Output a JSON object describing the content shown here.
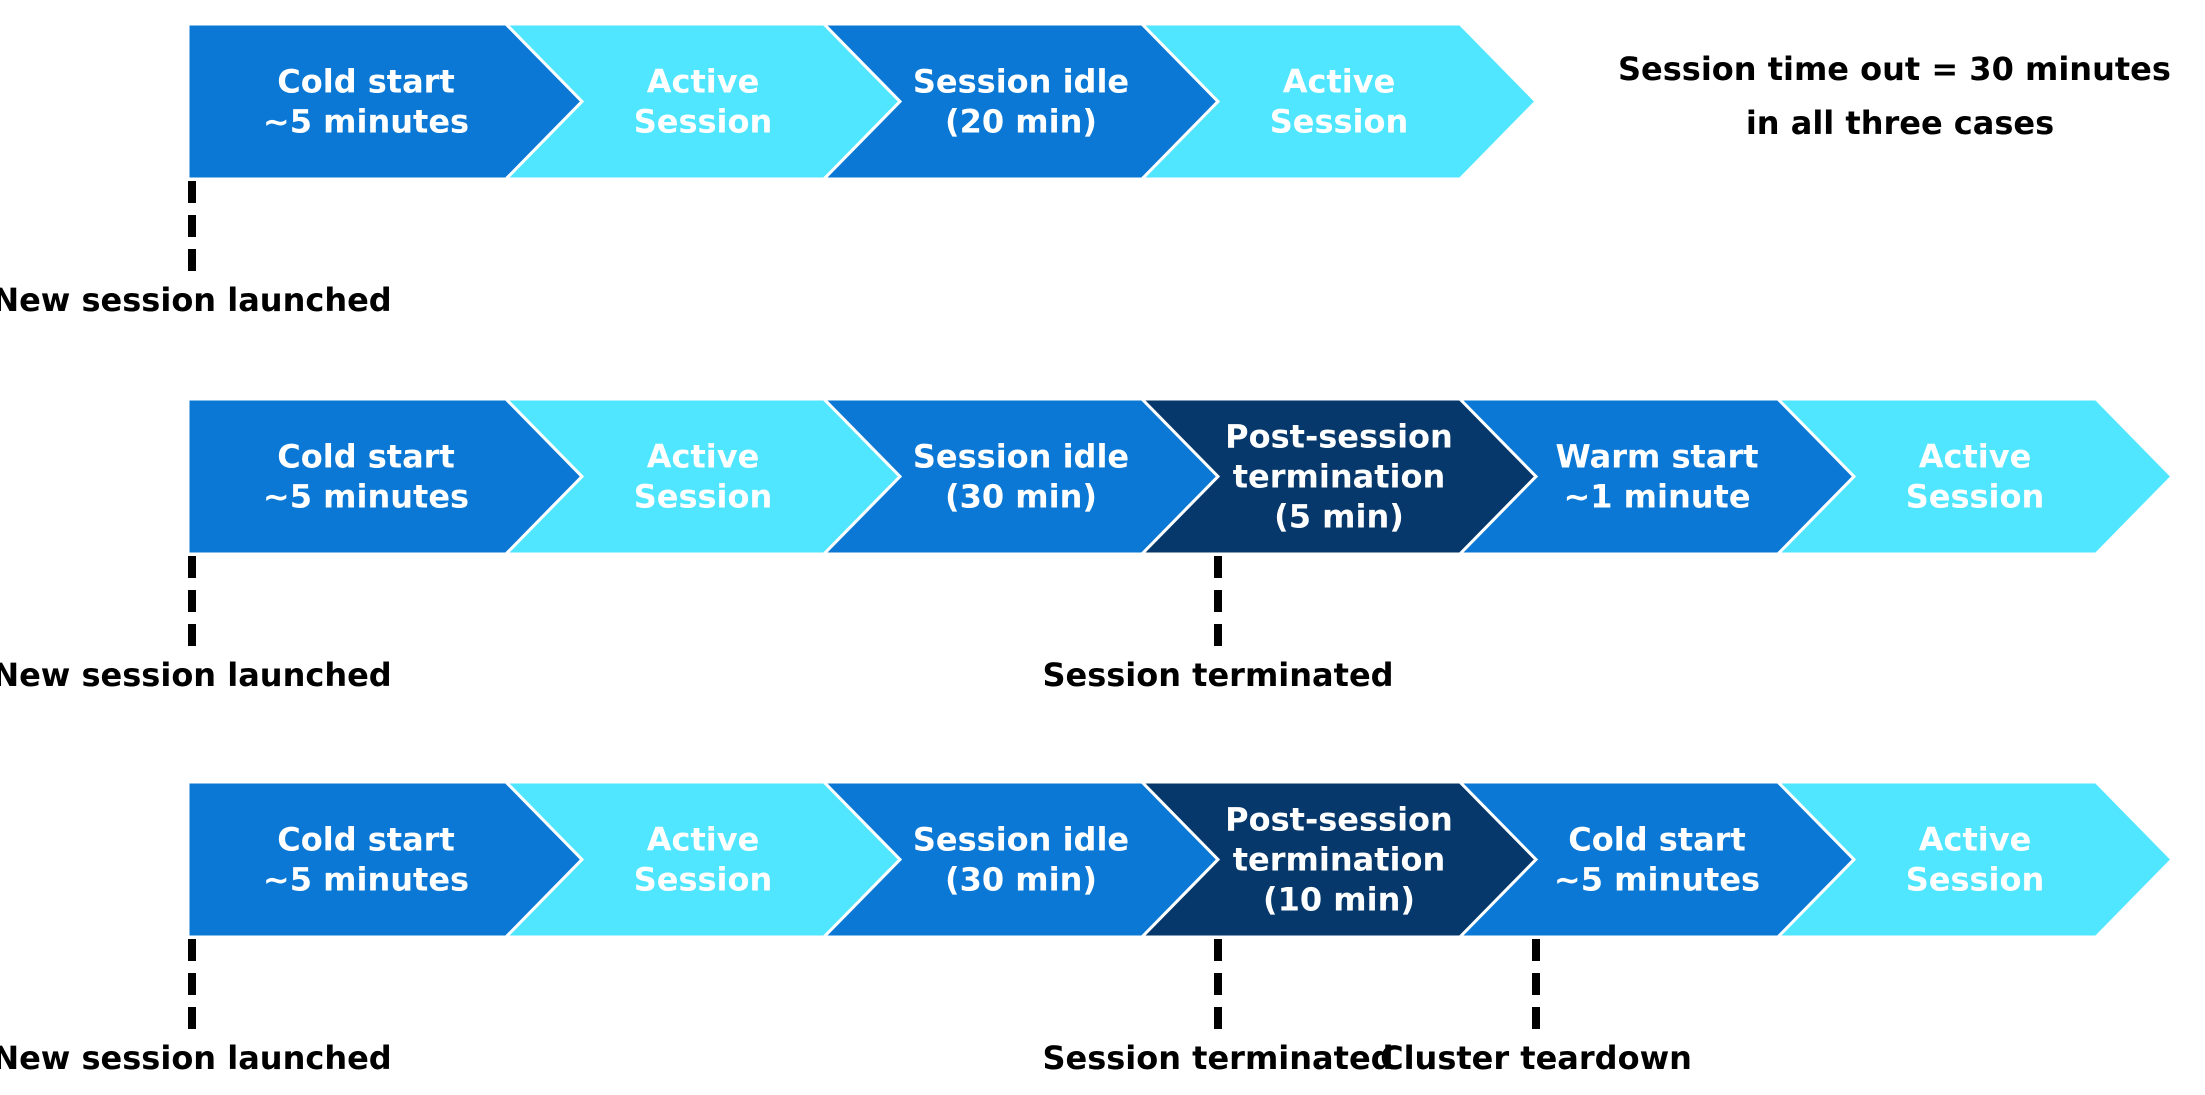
{
  "colors": {
    "mid": "#0A78D4",
    "light": "#50E6FF",
    "dark": "#06386B",
    "text_on_shape": "#FFFFFF",
    "marker": "#000000"
  },
  "note": {
    "lines": [
      "Session time out = 30 minutes",
      "in all three cases"
    ]
  },
  "rows": [
    {
      "segments": [
        {
          "tone": "mid",
          "lines": [
            "Cold start",
            "~5 minutes"
          ]
        },
        {
          "tone": "light",
          "lines": [
            "Active",
            "Session"
          ]
        },
        {
          "tone": "mid",
          "lines": [
            "Session idle",
            "(20 min)"
          ]
        },
        {
          "tone": "light",
          "lines": [
            "Active",
            "Session"
          ]
        }
      ],
      "markers": [
        {
          "after_segment": 0,
          "label": "New session launched"
        }
      ]
    },
    {
      "segments": [
        {
          "tone": "mid",
          "lines": [
            "Cold start",
            "~5 minutes"
          ]
        },
        {
          "tone": "light",
          "lines": [
            "Active",
            "Session"
          ]
        },
        {
          "tone": "mid",
          "lines": [
            "Session idle",
            "(30 min)"
          ]
        },
        {
          "tone": "dark",
          "lines": [
            "Post-session",
            "termination",
            "(5 min)"
          ]
        },
        {
          "tone": "mid",
          "lines": [
            "Warm start",
            "~1 minute"
          ]
        },
        {
          "tone": "light",
          "lines": [
            "Active",
            "Session"
          ]
        }
      ],
      "markers": [
        {
          "after_segment": 0,
          "label": "New session launched"
        },
        {
          "after_segment": 3,
          "label": "Session terminated"
        }
      ]
    },
    {
      "segments": [
        {
          "tone": "mid",
          "lines": [
            "Cold start",
            "~5 minutes"
          ]
        },
        {
          "tone": "light",
          "lines": [
            "Active",
            "Session"
          ]
        },
        {
          "tone": "mid",
          "lines": [
            "Session idle",
            "(30 min)"
          ]
        },
        {
          "tone": "dark",
          "lines": [
            "Post-session",
            "termination",
            "(10 min)"
          ]
        },
        {
          "tone": "mid",
          "lines": [
            "Cold start",
            "~5 minutes"
          ]
        },
        {
          "tone": "light",
          "lines": [
            "Active",
            "Session"
          ]
        }
      ],
      "markers": [
        {
          "after_segment": 0,
          "label": "New session launched"
        },
        {
          "after_segment": 3,
          "label": "Session terminated"
        },
        {
          "after_segment": 4,
          "label": "Cluster teardown"
        }
      ]
    }
  ]
}
